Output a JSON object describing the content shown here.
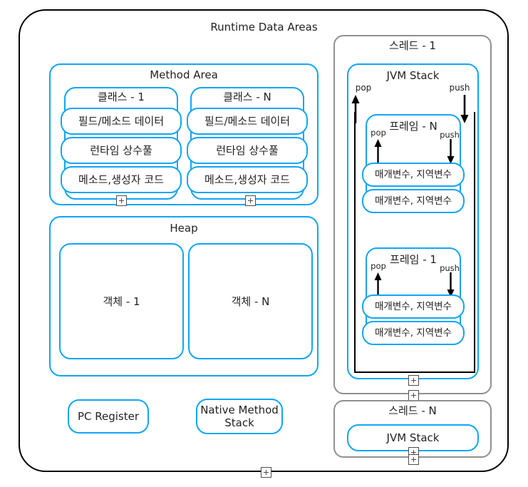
{
  "diagram": {
    "title": "Runtime Data Areas",
    "method_area": {
      "title": "Method Area",
      "classes": [
        {
          "title": "클래스 - 1",
          "rows": [
            "필드/메소드 데이터",
            "런타임 상수풀",
            "메소드,생성자 코드"
          ]
        },
        {
          "title": "클래스 - N",
          "rows": [
            "필드/메소드 데이터",
            "런타임 상수풀",
            "메소드,생성자 코드"
          ]
        }
      ]
    },
    "heap": {
      "title": "Heap",
      "objects": [
        "객체 - 1",
        "객체 - N"
      ]
    },
    "pc_register": {
      "label": "PC Register"
    },
    "native_method_stack": {
      "label": "Native Method\nStack",
      "line1": "Native Method",
      "line2": "Stack"
    },
    "threads": [
      {
        "title": "스레드 - 1",
        "stack": {
          "title": "JVM Stack",
          "pop_label": "pop",
          "push_label": "push",
          "frames": [
            {
              "title": "프레임 - N",
              "pop_label": "pop",
              "push_label": "push",
              "slots": [
                "매개변수, 지역변수",
                "매개변수, 지역변수"
              ]
            },
            {
              "title": "프레임 - 1",
              "pop_label": "pop",
              "push_label": "push",
              "slots": [
                "매개변수, 지역변수",
                "매개변수, 지역변수"
              ]
            }
          ]
        }
      },
      {
        "title": "스레드 - N",
        "stack": {
          "title": "JVM Stack"
        }
      }
    ],
    "colors": {
      "blue": "#12A5F4",
      "gray": "#909090",
      "black": "#000000",
      "text": "#231f20",
      "background": "#ffffff"
    }
  }
}
